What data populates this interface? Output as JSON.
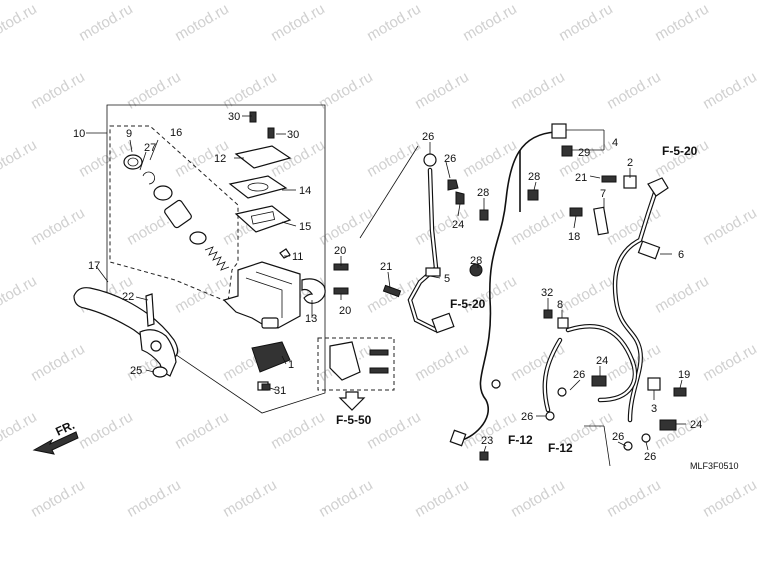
{
  "watermark": "motod.ru",
  "diagram_code": "MLF3F0510",
  "direction_label": "FR.",
  "references": {
    "f520_top": "F-5-20",
    "f520_mid": "F-5-20",
    "f550": "F-5-50",
    "f12_a": "F-12",
    "f12_b": "F-12"
  },
  "callouts": {
    "c1": "1",
    "c2": "2",
    "c3": "3",
    "c4": "4",
    "c5": "5",
    "c6": "6",
    "c7": "7",
    "c8": "8",
    "c9": "9",
    "c10": "10",
    "c11": "11",
    "c12": "12",
    "c13": "13",
    "c14": "14",
    "c15": "15",
    "c16": "16",
    "c17": "17",
    "c18": "18",
    "c19": "19",
    "c20a": "20",
    "c20b": "20",
    "c21a": "21",
    "c21b": "21",
    "c22": "22",
    "c23": "23",
    "c24a": "24",
    "c24b": "24",
    "c24c": "24",
    "c25": "25",
    "c26a": "26",
    "c26b": "26",
    "c26c": "26",
    "c26d": "26",
    "c26e": "26",
    "c26f": "26",
    "c27": "27",
    "c28a": "28",
    "c28b": "28",
    "c28c": "28",
    "c29": "29",
    "c30a": "30",
    "c30b": "30",
    "c31": "31",
    "c32": "32"
  }
}
